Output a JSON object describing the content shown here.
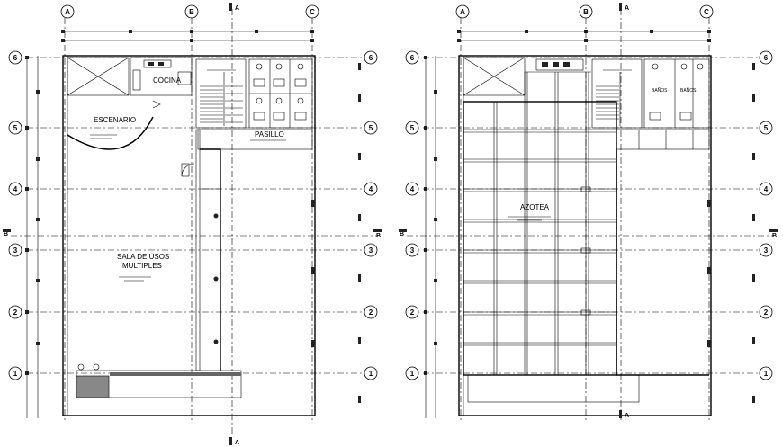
{
  "grid": {
    "columns": [
      "A",
      "B",
      "C"
    ],
    "rows": [
      "6",
      "5",
      "4",
      "3",
      "2",
      "1"
    ]
  },
  "cut_marks": {
    "vertical": "A",
    "horizontal": "B"
  },
  "plans": [
    {
      "name": "left-floor-plan",
      "rooms": {
        "stage": "ESCENARIO",
        "kitchen": "COCINA",
        "hallway": "PASILLO",
        "hall_line1": "SALA DE USOS",
        "hall_line2": "MULTIPLES"
      }
    },
    {
      "name": "right-roof-plan",
      "rooms": {
        "roof": "AZOTEA",
        "bath_a": "BAÑOS",
        "bath_b": "BAÑOS"
      }
    }
  ]
}
